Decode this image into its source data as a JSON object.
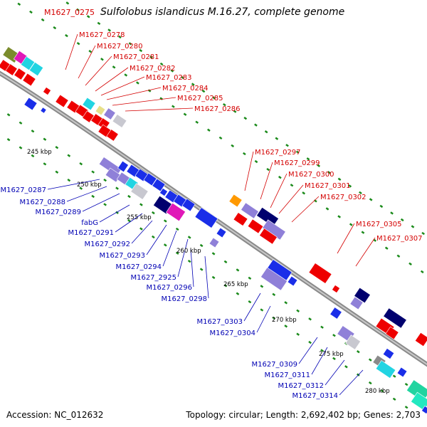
{
  "header": {
    "top_gene": "M1627_0275",
    "organism": "Sulfolobus islandicus M.16.27, complete genome"
  },
  "footer": {
    "accession": "Accession: NC_012632",
    "topology": "Topology: circular; Length: 2,692,402 bp; Genes: 2,703"
  },
  "scale_labels": [
    "245 kbp",
    "250 kbp",
    "255 kbp",
    "260 kbp",
    "265 kbp",
    "270 kbp",
    "275 kbp",
    "280 kbp"
  ],
  "forward_labels": [
    "M1627_0278",
    "M1627_0280",
    "M1627_0281",
    "M1627_0282",
    "M1627_0283",
    "M1627_0284",
    "M1627_0285",
    "M1627_0286",
    "M1627_0297",
    "M1627_0299",
    "M1627_0300",
    "M1627_0301",
    "M1627_0302",
    "M1627_0305",
    "M1627_0307"
  ],
  "reverse_labels": [
    "M1627_0287",
    "M1627_0288",
    "M1627_0289",
    "fabG",
    "M1627_0291",
    "M1627_0292",
    "M1627_0293",
    "M1627_0294",
    "M1627_2925",
    "M1627_0296",
    "M1627_0298",
    "M1627_0303",
    "M1627_0304",
    "M1627_0309",
    "M1627_0311",
    "M1627_0312",
    "M1627_0314"
  ],
  "colors": {
    "forward_label": "#d40000",
    "reverse_label": "#0000b4",
    "backbone": "#9a9a9a",
    "tick": "#1a8a1a"
  }
}
